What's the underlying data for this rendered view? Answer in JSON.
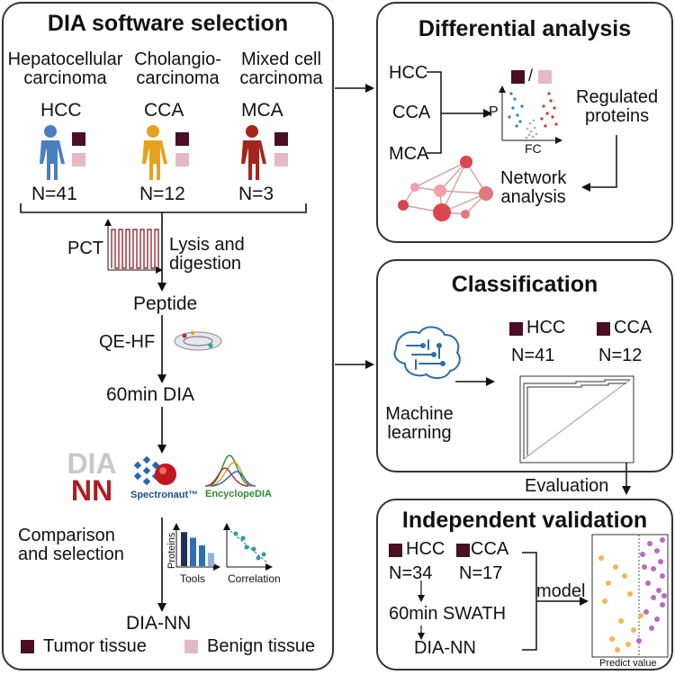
{
  "colors": {
    "tumor": "#4a0f22",
    "benign": "#e3b9c6",
    "hcc_body": "#4a7fbf",
    "cca_body": "#e6a21c",
    "mca_body": "#a3261d",
    "node": "#d9474f",
    "node_light": "#f0a1a6",
    "tool_bar_dark": "#1f2e5c",
    "tool_bar_mid": "#2e6fb4",
    "tool_bar_light": "#8fb5de"
  },
  "left": {
    "title": "DIA software selection",
    "groups": [
      {
        "name_line1": "Hepatocellular",
        "name_line2": "carcinoma",
        "abbr": "HCC",
        "n": "N=41",
        "icon": "human-figure-icon"
      },
      {
        "name_line1": "Cholangio-",
        "name_line2": "carcinoma",
        "abbr": "CCA",
        "n": "N=12",
        "icon": "human-figure-icon"
      },
      {
        "name_line1": "Mixed cell",
        "name_line2": "carcinoma",
        "abbr": "MCA",
        "n": "N=3",
        "icon": "human-figure-icon"
      }
    ],
    "pct": "PCT",
    "lysis_line1": "Lysis and",
    "lysis_line2": "digestion",
    "peptide": "Peptide",
    "qehf": "QE-HF",
    "dia60": "60min DIA",
    "tools": {
      "dia_nn_top": "DIA",
      "dia_nn_bottom": "NN",
      "spectronaut": "Spectronaut™",
      "encyclopedia": "EncyclopeDIA"
    },
    "comparison_line1": "Comparison",
    "comparison_line2": "and selection",
    "proteins_axis": "Proteins",
    "tools_axis": "Tools",
    "correlation_axis": "Correlation",
    "tool_counts_relative": [
      0.9,
      0.75,
      0.55,
      0.35
    ],
    "result": "DIA-NN",
    "legend_tumor": "Tumor tissue",
    "legend_benign": "Benign tissue"
  },
  "diff": {
    "title": "Differential analysis",
    "groups": [
      "HCC",
      "CCA",
      "MCA"
    ],
    "ratio_sep": "/",
    "p_axis": "P",
    "fc_axis": "FC",
    "regulated_line1": "Regulated",
    "regulated_line2": "proteins",
    "network_line1": "Network",
    "network_line2": "analysis"
  },
  "classif": {
    "title": "Classification",
    "hcc": "HCC",
    "cca": "CCA",
    "hcc_n": "N=41",
    "cca_n": "N=12",
    "ml_line1": "Machine",
    "ml_line2": "learning",
    "icon": "brain-circuit-icon"
  },
  "evaluation": "Evaluation",
  "indep": {
    "title": "Independent validation",
    "hcc": "HCC",
    "cca": "CCA",
    "hcc_n": "N=34",
    "cca_n": "N=17",
    "swath": "60min SWATH",
    "result": "DIA-NN",
    "model": "model",
    "xlabel": "Predict value"
  }
}
